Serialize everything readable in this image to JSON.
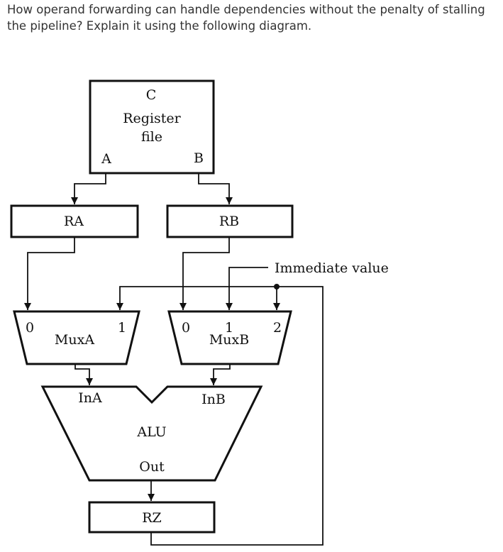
{
  "question": {
    "line1": "How operand forwarding can handle dependencies without the penalty of stalling",
    "line2": "the pipeline? Explain it using the following diagram."
  },
  "diagram": {
    "register_file": {
      "port_c": "C",
      "title_line1": "Register",
      "title_line2": "file",
      "port_a": "A",
      "port_b": "B"
    },
    "ra": "RA",
    "rb": "RB",
    "immediate": "Immediate value",
    "mux_a": {
      "label": "MuxA",
      "input0": "0",
      "input1": "1"
    },
    "mux_b": {
      "label": "MuxB",
      "input0": "0",
      "input1": "1",
      "input2": "2"
    },
    "alu": {
      "label": "ALU",
      "in_a": "InA",
      "in_b": "InB",
      "out": "Out"
    },
    "rz": "RZ"
  }
}
